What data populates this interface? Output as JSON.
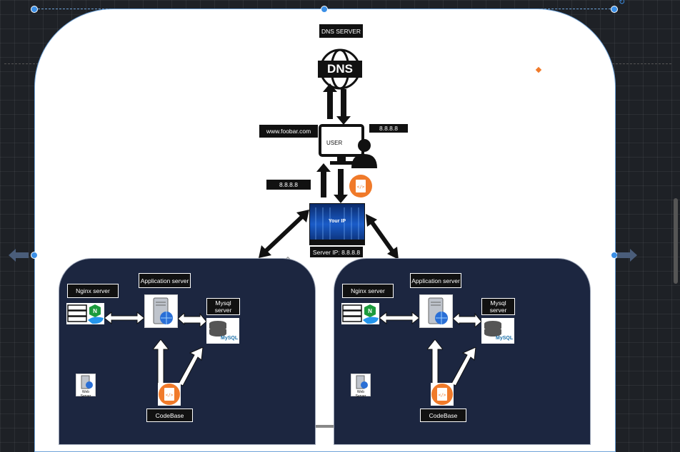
{
  "labels": {
    "dns_server": "DNS SERVER",
    "dns_text": "DNS",
    "domain": "www.foobar.com",
    "dns_ip_top": "8.8.8.8",
    "user": "USER",
    "dns_ip_left": "8.8.8.8",
    "your_ip": "Your IP",
    "server_ip": "Server IP: 8.8.8.8"
  },
  "left_cluster": {
    "nginx": "Nginx server",
    "app": "Application server",
    "mysql": "Mysql server",
    "codebase": "CodeBase",
    "web_server": "Web Server",
    "mysql_logo": "MySQL"
  },
  "right_cluster": {
    "nginx": "Nginx server",
    "app": "Application server",
    "mysql": "Mysql server",
    "codebase": "CodeBase",
    "web_server": "Web Server",
    "mysql_logo": "MySQL"
  },
  "colors": {
    "canvas": "#1e2126",
    "panel": "#1c2640",
    "handle": "#3b8fe6",
    "code_icon": "#f07a2a"
  }
}
